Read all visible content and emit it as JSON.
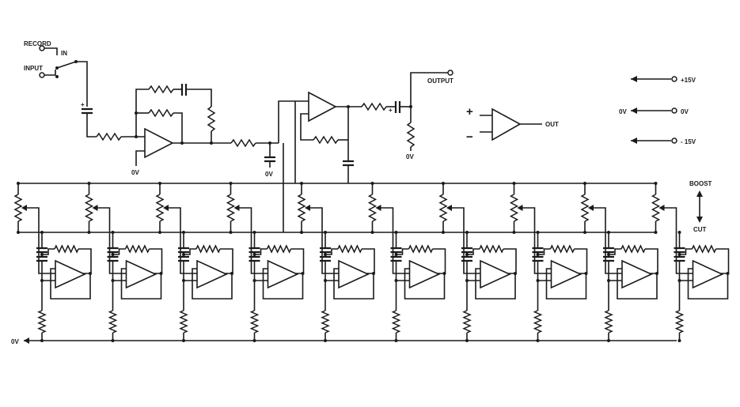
{
  "labels": {
    "record": "RECORD",
    "in": "IN",
    "input": "INPUT",
    "output": "OUTPUT",
    "zero_v": "0V",
    "plus_15v": "+15V",
    "minus_15v": "- 15V",
    "out": "OUT",
    "boost": "BOOST",
    "cut": "CUT",
    "plus_sign": "+",
    "minus_sign": "−"
  },
  "colors": {
    "ink": "#1a1a1a",
    "paper": "#ffffff"
  },
  "bands": 10
}
